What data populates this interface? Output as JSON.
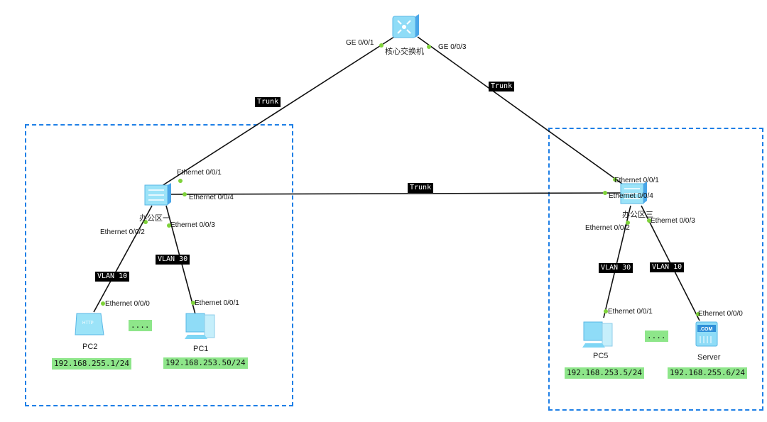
{
  "core": {
    "name": "核心交换机",
    "port_left": "GE 0/0/1",
    "port_right": "GE 0/0/3"
  },
  "links": {
    "trunk_left": "Trunk",
    "trunk_right": "Trunk",
    "trunk_middle": "Trunk"
  },
  "zone1": {
    "switch_name": "办公区一",
    "port_up": "Ethernet 0/0/1",
    "port_right": "Ethernet 0/0/4",
    "port_left": "Ethernet 0/0/2",
    "port_down": "Ethernet 0/0/3",
    "vlan_left": "VLAN 10",
    "vlan_right": "VLAN 30",
    "pc2": {
      "name": "PC2",
      "port": "Ethernet 0/0/0",
      "ip": "192.168.255.1/24",
      "icon": "http-client-icon"
    },
    "pc1": {
      "name": "PC1",
      "port": "Ethernet 0/0/1",
      "ip": "192.168.253.50/24",
      "icon": "pc-icon"
    },
    "ellipsis": "...."
  },
  "zone3": {
    "switch_name": "办公区三",
    "port_up": "Ethernet 0/0/1",
    "port_left_top": "Ethernet 0/0/4",
    "port_left": "Ethernet 0/0/2",
    "port_right": "Ethernet 0/0/3",
    "vlan_left": "VLAN 30",
    "vlan_right": "VLAN 10",
    "pc5": {
      "name": "PC5",
      "port": "Ethernet 0/0/1",
      "ip": "192.168.253.5/24",
      "icon": "pc-icon"
    },
    "server": {
      "name": "Server",
      "port": "Ethernet 0/0/0",
      "ip": "192.168.255.6/24",
      "icon": "server-icon"
    },
    "ellipsis": "...."
  },
  "colors": {
    "zone_border": "#1e7fe6",
    "port_dot": "#7ed23a",
    "ip_bg": "#8ee68a",
    "device": "#7fd6f5"
  }
}
